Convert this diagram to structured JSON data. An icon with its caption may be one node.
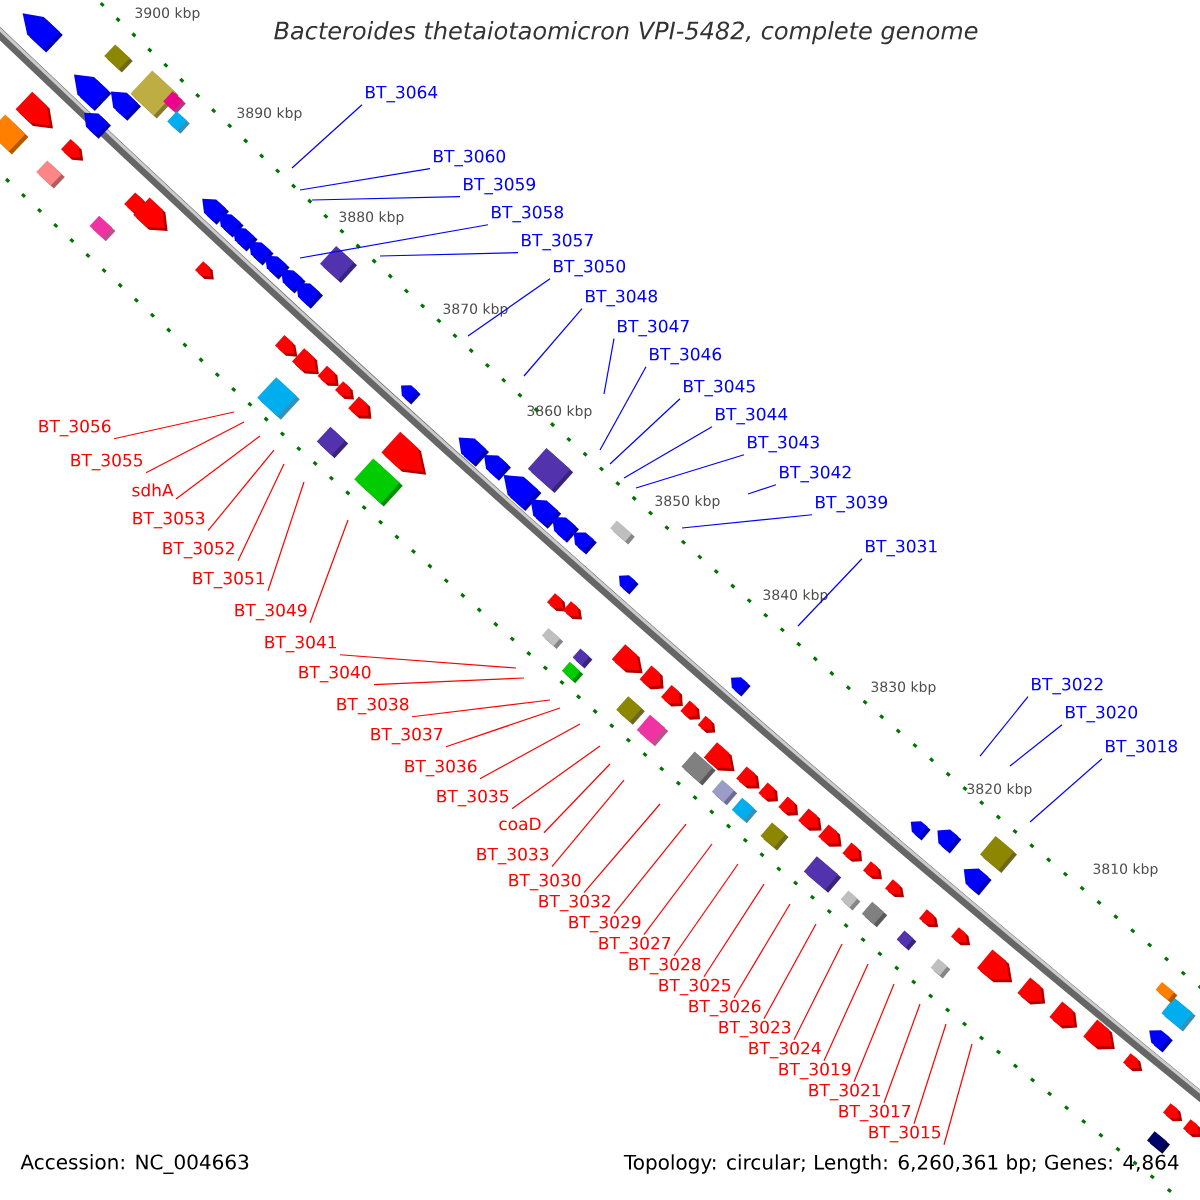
{
  "diagram": {
    "title": "Bacteroides thetaiotaomicron VPI-5482, complete genome",
    "nodes": [
      {
        "text": [
          "BT_3064"
        ]
      },
      {
        "text": [
          "BT_3060"
        ]
      },
      {
        "text": [
          "BT_3059"
        ]
      },
      {
        "text": [
          "BT_3058"
        ]
      },
      {
        "text": [
          "BT_3057"
        ]
      },
      {
        "text": [
          "BT_3050"
        ]
      },
      {
        "text": [
          "BT_3048"
        ]
      },
      {
        "text": [
          "BT_3047"
        ]
      },
      {
        "text": [
          "BT_3046"
        ]
      },
      {
        "text": [
          "BT_3045"
        ]
      },
      {
        "text": [
          "BT_3044"
        ]
      },
      {
        "text": [
          "BT_3043"
        ]
      },
      {
        "text": [
          "BT_3042"
        ]
      },
      {
        "text": [
          "BT_3039"
        ]
      },
      {
        "text": [
          "BT_3031"
        ]
      },
      {
        "text": [
          "BT_3022"
        ]
      },
      {
        "text": [
          "BT_3020"
        ]
      },
      {
        "text": [
          "BT_3018"
        ]
      },
      {
        "text": [
          "BT_3056"
        ]
      },
      {
        "text": [
          "BT_3055"
        ]
      },
      {
        "text": [
          "sdhA"
        ]
      },
      {
        "text": [
          "BT_3053"
        ]
      },
      {
        "text": [
          "BT_3052"
        ]
      },
      {
        "text": [
          "BT_3051"
        ]
      },
      {
        "text": [
          "BT_3049"
        ]
      },
      {
        "text": [
          "BT_3041"
        ]
      },
      {
        "text": [
          "BT_3040"
        ]
      },
      {
        "text": [
          "BT_3038"
        ]
      },
      {
        "text": [
          "BT_3037"
        ]
      },
      {
        "text": [
          "BT_3036"
        ]
      },
      {
        "text": [
          "BT_3035"
        ]
      },
      {
        "text": [
          "coaD"
        ]
      },
      {
        "text": [
          "BT_3033"
        ]
      },
      {
        "text": [
          "BT_3030"
        ]
      },
      {
        "text": [
          "BT_3032"
        ]
      },
      {
        "text": [
          "BT_3029"
        ]
      },
      {
        "text": [
          "BT_3027"
        ]
      },
      {
        "text": [
          "BT_3028"
        ]
      },
      {
        "text": [
          "BT_3025"
        ]
      },
      {
        "text": [
          "BT_3026"
        ]
      },
      {
        "text": [
          "BT_3023"
        ]
      },
      {
        "text": [
          "BT_3024"
        ]
      },
      {
        "text": [
          "BT_3019"
        ]
      },
      {
        "text": [
          "BT_3021"
        ]
      },
      {
        "text": [
          "BT_3017"
        ]
      },
      {
        "text": [
          "BT_3015"
        ]
      }
    ],
    "edges": [
      {
        "from": 0,
        "to": null,
        "arrow": "none",
        "color": "#0000ff"
      },
      {
        "from": 1,
        "to": null,
        "arrow": "none",
        "color": "#0000ff"
      },
      {
        "from": 2,
        "to": null,
        "arrow": "none",
        "color": "#0000ff"
      },
      {
        "from": 3,
        "to": null,
        "arrow": "none",
        "color": "#0000ff"
      },
      {
        "from": 4,
        "to": null,
        "arrow": "none",
        "color": "#0000ff"
      },
      {
        "from": 5,
        "to": null,
        "arrow": "none",
        "color": "#0000ff"
      },
      {
        "from": 6,
        "to": null,
        "arrow": "none",
        "color": "#0000ff"
      },
      {
        "from": 7,
        "to": null,
        "arrow": "none",
        "color": "#0000ff"
      },
      {
        "from": 8,
        "to": null,
        "arrow": "none",
        "color": "#0000ff"
      },
      {
        "from": 9,
        "to": null,
        "arrow": "none",
        "color": "#0000ff"
      },
      {
        "from": 10,
        "to": null,
        "arrow": "none",
        "color": "#0000ff"
      },
      {
        "from": 11,
        "to": null,
        "arrow": "none",
        "color": "#0000ff"
      },
      {
        "from": 12,
        "to": null,
        "arrow": "none",
        "color": "#0000ff"
      },
      {
        "from": 13,
        "to": null,
        "arrow": "none",
        "color": "#0000ff"
      },
      {
        "from": 14,
        "to": null,
        "arrow": "none",
        "color": "#0000ff"
      },
      {
        "from": 15,
        "to": null,
        "arrow": "none",
        "color": "#0000ff"
      },
      {
        "from": 16,
        "to": null,
        "arrow": "none",
        "color": "#0000ff"
      },
      {
        "from": 17,
        "to": null,
        "arrow": "none",
        "color": "#0000ff"
      },
      {
        "from": 18,
        "to": null,
        "arrow": "none"
      },
      {
        "from": 19,
        "to": null,
        "arrow": "none"
      },
      {
        "from": 20,
        "to": null,
        "arrow": "none"
      },
      {
        "from": 21,
        "to": null,
        "arrow": "none"
      },
      {
        "from": 22,
        "to": null,
        "arrow": "none"
      },
      {
        "from": 23,
        "to": null,
        "arrow": "none"
      },
      {
        "from": 24,
        "to": null,
        "arrow": "none"
      },
      {
        "from": 25,
        "to": null,
        "arrow": "none"
      },
      {
        "from": 26,
        "to": null,
        "arrow": "none"
      },
      {
        "from": 27,
        "to": null,
        "arrow": "none"
      },
      {
        "from": 28,
        "to": null,
        "arrow": "none"
      },
      {
        "from": 29,
        "to": null,
        "arrow": "none"
      },
      {
        "from": 30,
        "to": null,
        "arrow": "none"
      },
      {
        "from": 31,
        "to": null,
        "arrow": "none"
      },
      {
        "from": 32,
        "to": null,
        "arrow": "none"
      },
      {
        "from": 33,
        "to": null,
        "arrow": "none"
      },
      {
        "from": 34,
        "to": null,
        "arrow": "none"
      },
      {
        "from": 35,
        "to": null,
        "arrow": "none"
      },
      {
        "from": 36,
        "to": null,
        "arrow": "none"
      },
      {
        "from": 37,
        "to": null,
        "arrow": "none"
      },
      {
        "from": 38,
        "to": null,
        "arrow": "none"
      },
      {
        "from": 39,
        "to": null,
        "arrow": "none"
      },
      {
        "from": 40,
        "to": null,
        "arrow": "none"
      },
      {
        "from": 41,
        "to": null,
        "arrow": "none"
      },
      {
        "from": 42,
        "to": null,
        "arrow": "none"
      },
      {
        "from": 43,
        "to": null,
        "arrow": "none"
      },
      {
        "from": 44,
        "to": null,
        "arrow": "none"
      },
      {
        "from": 45,
        "to": null,
        "arrow": "none"
      }
    ],
    "labels": [
      "3900 kbp",
      "3890 kbp",
      "3880 kbp",
      "3870 kbp",
      "3860 kbp",
      "3850 kbp",
      "3840 kbp",
      "3830 kbp",
      "3820 kbp",
      "3810 kbp",
      "Accession: NC_004663",
      "Topology: circular; Length: 6,260,361 bp; Genes: 4,864"
    ]
  }
}
